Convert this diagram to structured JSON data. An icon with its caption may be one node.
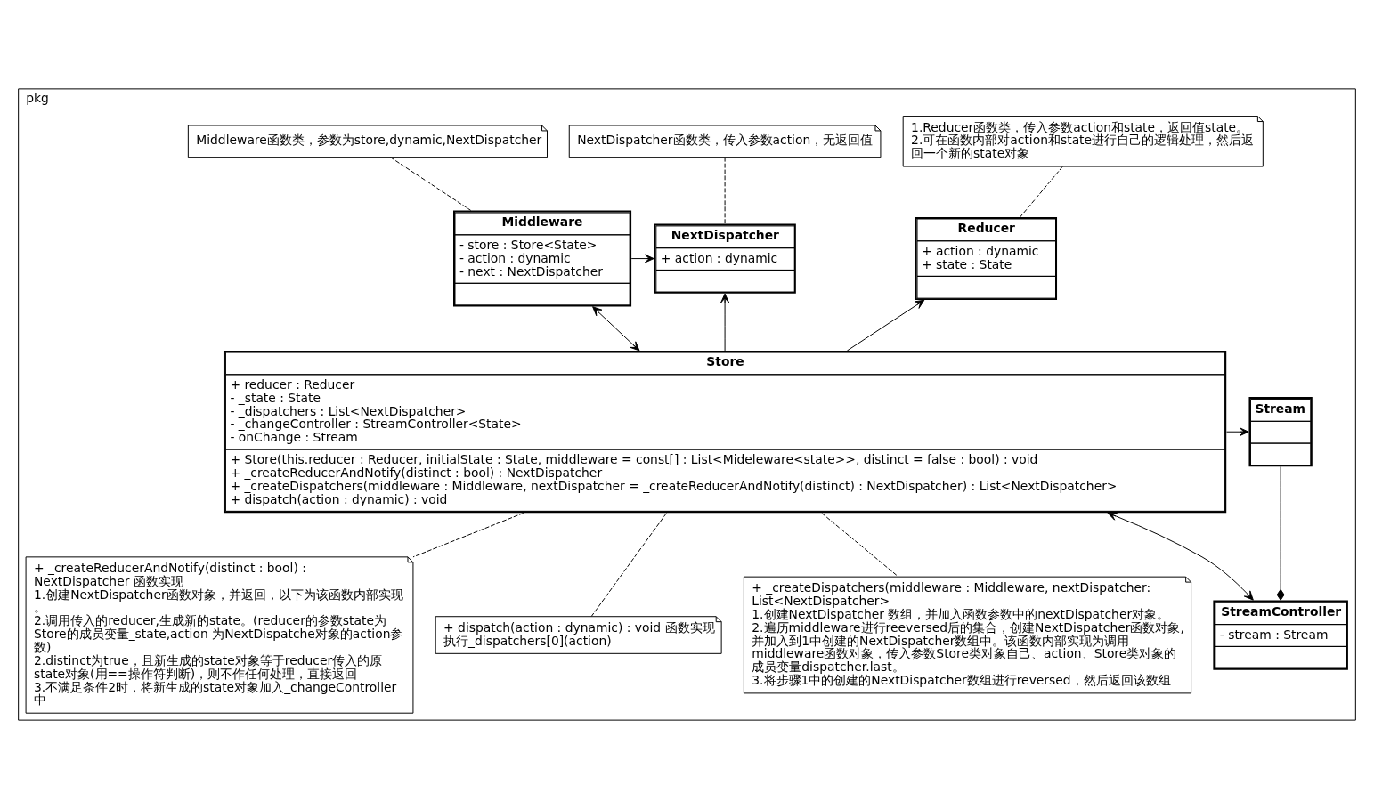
{
  "diagram": {
    "nodes": [
      {
        "text": [
          "pkg"
        ]
      },
      {
        "text": [
          "1.Reducer函数类，传入参数action和state，返回值state。",
          "2.可在函数内部对action和state进行自己的逻辑处理，然后返回一个新的state对象"
        ],
        "in": 0
      },
      {
        "text": [
          "NextDispatcher函数类，传入参数action，无返回值"
        ],
        "in": 0
      },
      {
        "text": [
          "Middleware函数类，参数为store,dynamic,NextDispatcher"
        ],
        "in": 0
      },
      {
        "text": [
          "Reducer",
          "+ action : dynamic",
          "+ state : State"
        ],
        "in": 0
      },
      {
        "text": [
          "NextDispatcher",
          "+ action : dynamic"
        ],
        "in": 0
      },
      {
        "text": [
          "Middleware",
          "- store : Store<State>",
          "- action : dynamic",
          "- next : NextDispatcher"
        ],
        "in": 0
      },
      {
        "text": [
          "Stream"
        ],
        "in": 0
      },
      {
        "text": [
          "Store",
          "+ reducer : Reducer",
          "- _state : State",
          "- _dispatchers : List<NextDispatcher>",
          "- _changeController : StreamController<State>",
          "- onChange : Stream",
          "+ Store(this.reducer : Reducer, initialState : State, middleware = const[] : List<Mideleware<state>>, distinct = false : bool) : void",
          "+ _createReducerAndNotify(distinct : bool) : NextDispatcher",
          "+ _createDispatchers(middleware : Middleware, nextDispatcher = _createReducerAndNotify(distinct) : NextDispatcher) : List<NextDispatcher>",
          "+ dispatch(action : dynamic) : void"
        ],
        "in": 0
      },
      {
        "text": [
          "+ _createReducerAndNotify(distinct : bool) : NextDispatcher 函数实现",
          "1.创建NextDispatcher函数对象，并返回，以下为该函数内部实现。",
          "2.调用传入的reducer,生成新的state。(reducer的参数state为Store的成员变量_state,action 为NextDispatche对象的action参数)",
          "2.distinct为true，且新生成的state对象等于reducer传入的原state对象(用==操作符判断)，则不作任何处理，直接返回",
          "3.不满足条件2时，将新生成的state对象加入_changeController中"
        ],
        "in": 0
      },
      {
        "text": [
          "StreamController",
          "- stream : Stream"
        ],
        "in": 0
      },
      {
        "text": [
          "+ dispatch(action : dynamic) : void 函数实现",
          "执行_dispatchers[0](action)"
        ],
        "in": 0
      },
      {
        "text": [
          "+ _createDispatchers(middleware : Middleware, nextDispatcher: List<NextDispatcher>",
          "1.创建NextDispatcher 数组，并加入函数参数中的nextDispatcher对象。",
          "2.遍历middleware进行reeversed后的集合，创建NextDispatcher函数对象,并加入到1中创建的NextDispatcher数组中。该函数内部实现为调用middleware函数对象，传入参数Store类对象自己、action、Store类对象的成员变量dispatcher.last。",
          "3.将步骤1中的创建的NextDispatcher数组进行reversed，然后返回该数组"
        ],
        "in": 0
      }
    ],
    "edges": [
      {
        "from": 1,
        "to": 4,
        "arrow": "none",
        "style": "dashed"
      },
      {
        "from": 2,
        "to": 5,
        "arrow": "none",
        "style": "dashed"
      },
      {
        "from": 3,
        "to": 6,
        "arrow": "none",
        "style": "dashed"
      },
      {
        "from": 6,
        "to": 5,
        "arrow": "to"
      },
      {
        "from": 8,
        "to": 4,
        "arrow": "to"
      },
      {
        "from": 8,
        "to": 5,
        "arrow": "to"
      },
      {
        "from": 8,
        "to": 6,
        "arrow": "both"
      },
      {
        "from": 8,
        "to": 7,
        "arrow": "to"
      },
      {
        "from": 8,
        "to": 9,
        "arrow": "none",
        "style": "dashed"
      },
      {
        "from": 7,
        "to": 10,
        "arrow": "other"
      },
      {
        "from": 8,
        "to": 10,
        "arrow": "both"
      },
      {
        "from": 8,
        "to": 11,
        "arrow": "none",
        "style": "dashed"
      },
      {
        "from": 8,
        "to": 12,
        "arrow": "none",
        "style": "dashed"
      }
    ]
  }
}
